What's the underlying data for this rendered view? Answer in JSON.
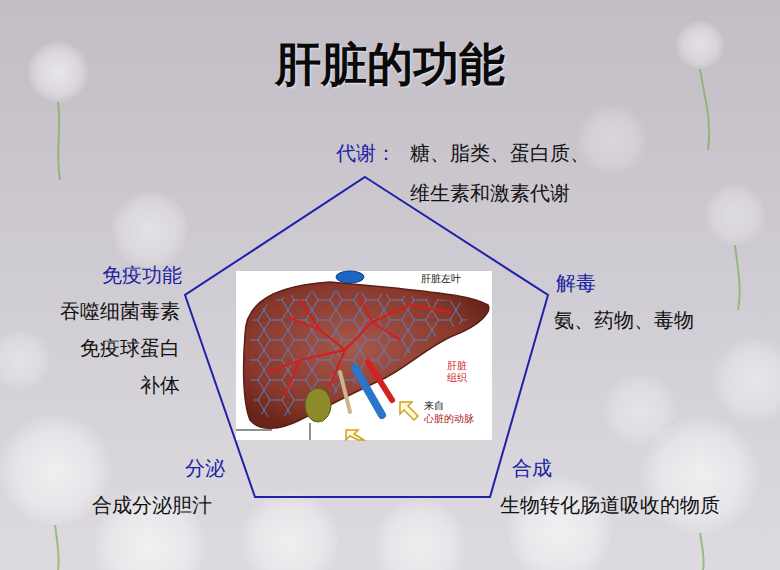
{
  "diagram": {
    "title": "肝脏的功能",
    "labels": [
      "代谢：",
      "糖、脂类、蛋白质、 维生素和激素代谢",
      "解毒",
      "氨、药物、毒物",
      "合成",
      "生物转化肠道吸收的物质",
      "分泌",
      "合成分泌胆汁",
      "免疫功能",
      "吞噬细菌毒素",
      "免疫球蛋白",
      "补体",
      "肝脏左叶",
      "肝脏组织",
      "来自",
      "心脏的动脉"
    ]
  }
}
